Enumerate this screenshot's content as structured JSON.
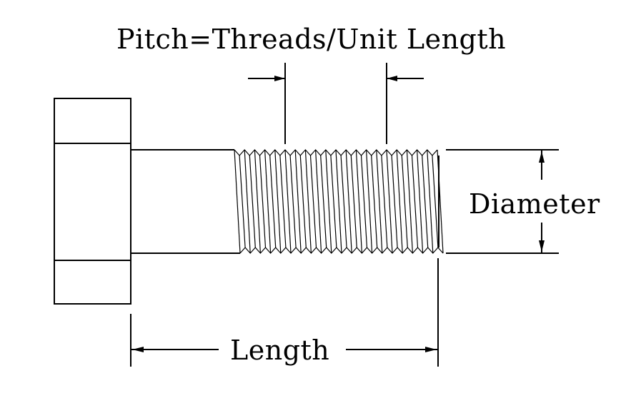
{
  "diagram": {
    "labels": {
      "pitch": "Pitch=Threads/Unit Length",
      "diameter": "Diameter",
      "length": "Length"
    },
    "colors": {
      "line": "#000000",
      "background": "#ffffff"
    }
  }
}
